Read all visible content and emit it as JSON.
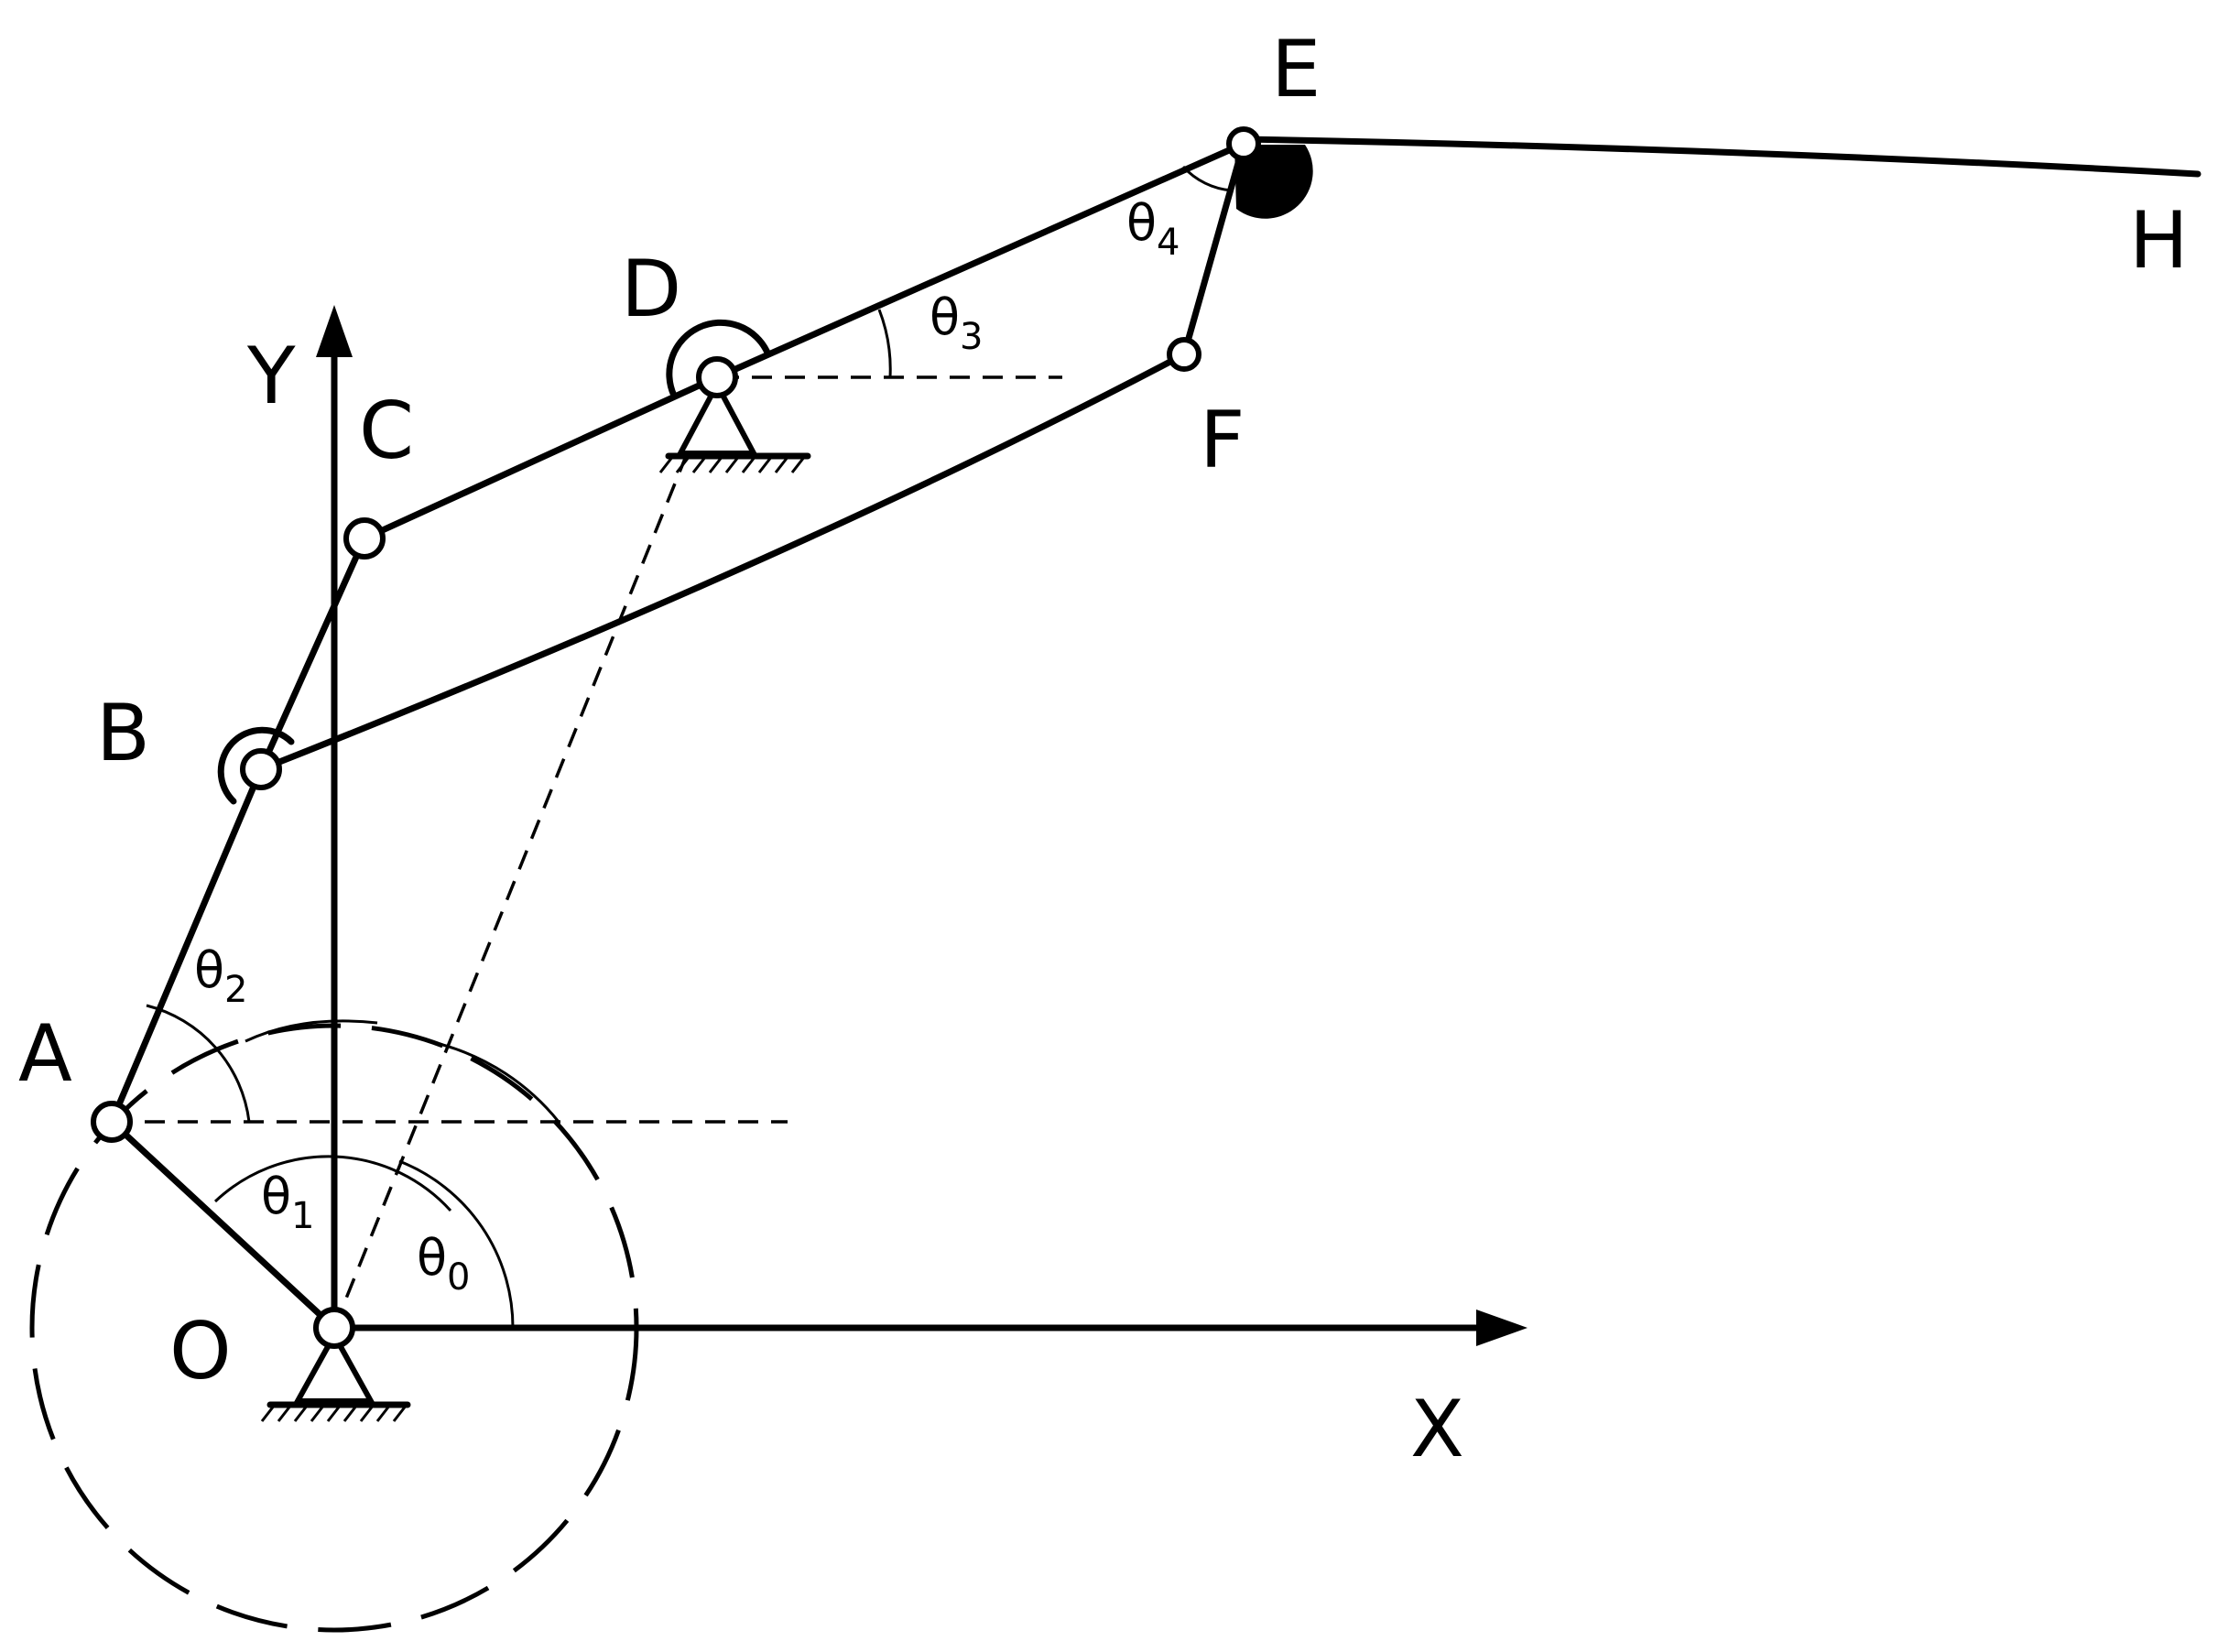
{
  "diagram": {
    "axes": {
      "x_label": "X",
      "y_label": "Y"
    },
    "points": {
      "O": "O",
      "A": "A",
      "B": "B",
      "C": "C",
      "D": "D",
      "E": "E",
      "F": "F",
      "H": "H"
    },
    "angles": {
      "theta0": {
        "sym": "θ",
        "sub": "0"
      },
      "theta1": {
        "sym": "θ",
        "sub": "1"
      },
      "theta2": {
        "sym": "θ",
        "sub": "2"
      },
      "theta3": {
        "sym": "θ",
        "sub": "3"
      },
      "theta4": {
        "sym": "θ",
        "sub": "4"
      }
    }
  }
}
